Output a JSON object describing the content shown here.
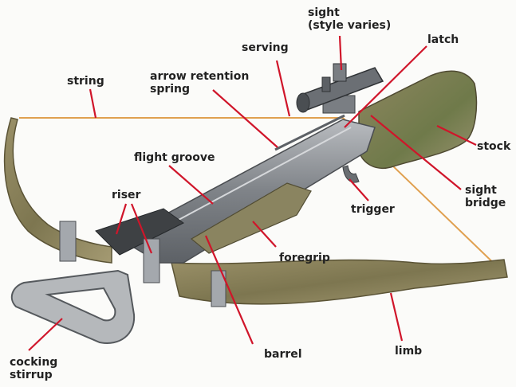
{
  "diagram": {
    "labels": {
      "sight": "sight\n(style varies)",
      "serving": "serving",
      "latch": "latch",
      "string": "string",
      "arrow_retention_spring": "arrow retention\nspring",
      "stock": "stock",
      "flight_groove": "flight groove",
      "sight_bridge": "sight\nbridge",
      "riser": "riser",
      "trigger": "trigger",
      "foregrip": "foregrip",
      "cocking_stirrup": "cocking\nstirrup",
      "barrel": "barrel",
      "limb": "limb"
    },
    "colors": {
      "leader": "#d0152a",
      "string": "#e0a050",
      "metal": "#8d9196",
      "camo": "#8c8258"
    }
  }
}
